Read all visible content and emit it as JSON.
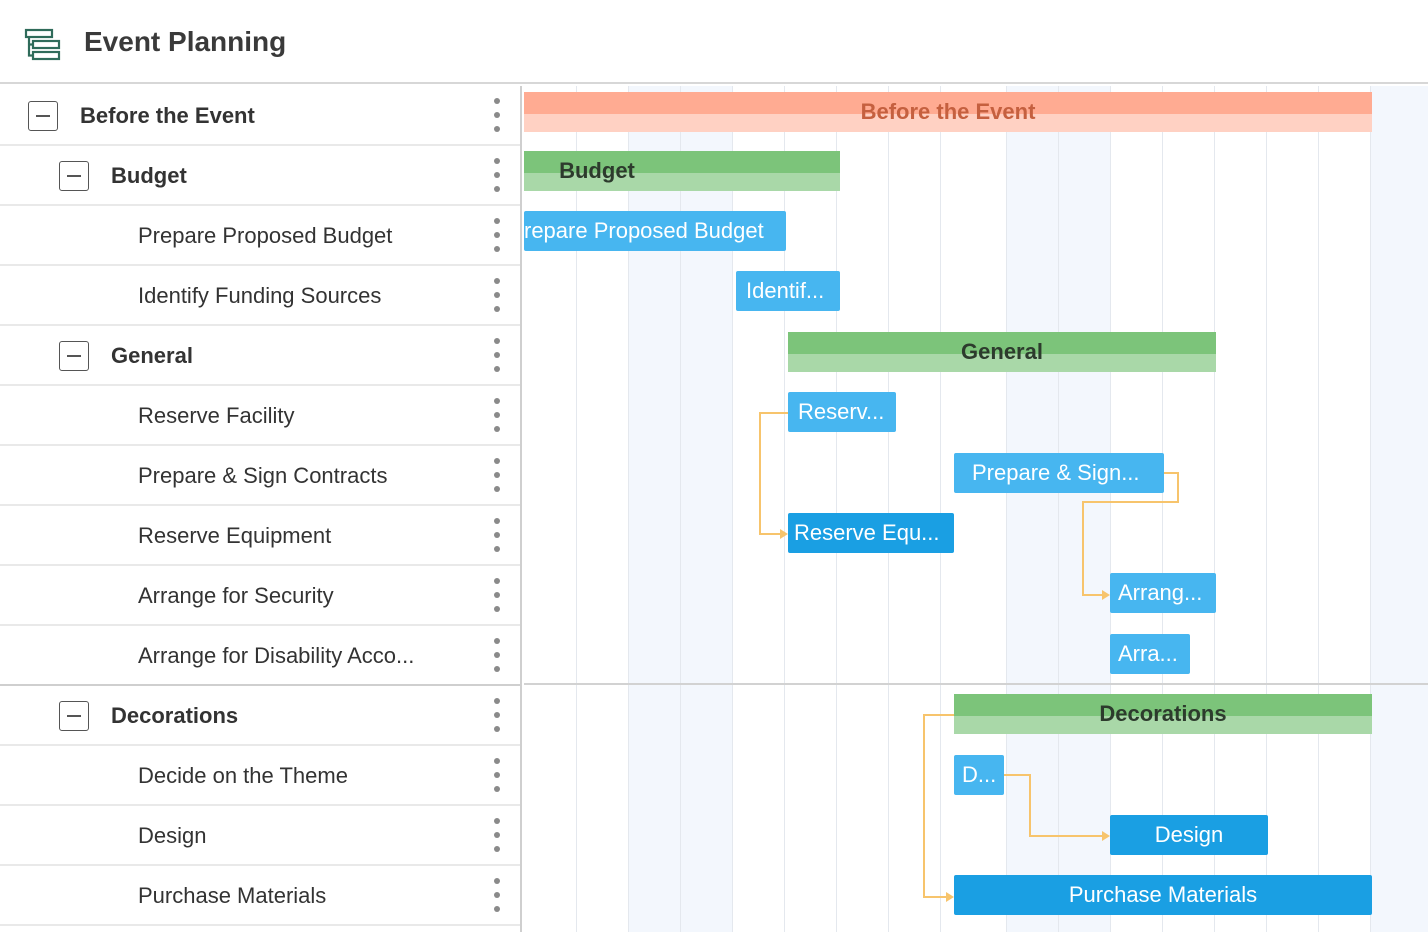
{
  "app": {
    "title": "Event Planning",
    "icon": "gantt-tree-icon"
  },
  "colors": {
    "group_bar": "#7cc47a",
    "root_bar": "#ffab92",
    "task_bar": "#47b6f0",
    "link": "#f7c46c"
  },
  "rows": [
    {
      "label": "Before the Event",
      "level": 0,
      "collapsible": true
    },
    {
      "label": "Budget",
      "level": 1,
      "collapsible": true
    },
    {
      "label": "Prepare Proposed Budget",
      "level": 2,
      "collapsible": false
    },
    {
      "label": "Identify Funding Sources",
      "level": 2,
      "collapsible": false
    },
    {
      "label": "General",
      "level": 1,
      "collapsible": true
    },
    {
      "label": "Reserve Facility",
      "level": 2,
      "collapsible": false
    },
    {
      "label": "Prepare & Sign Contracts",
      "level": 2,
      "collapsible": false
    },
    {
      "label": "Reserve Equipment",
      "level": 2,
      "collapsible": false
    },
    {
      "label": "Arrange for Security",
      "level": 2,
      "collapsible": false
    },
    {
      "label": "Arrange for Disability Acco...",
      "level": 2,
      "collapsible": false
    },
    {
      "label": "Decorations",
      "level": 1,
      "collapsible": true
    },
    {
      "label": "Decide on the Theme",
      "level": 2,
      "collapsible": false
    },
    {
      "label": "Design",
      "level": 2,
      "collapsible": false
    },
    {
      "label": "Purchase Materials",
      "level": 2,
      "collapsible": false
    }
  ],
  "bars": {
    "before_event": "Before the Event",
    "budget": "Budget",
    "prepare_budget": "repare Proposed Budget",
    "identify_funding": "Identif...",
    "general": "General",
    "reserve_facility": "Reserv...",
    "prepare_sign": "Prepare & Sign...",
    "reserve_equipment": "Reserve Equ...",
    "arrange_security": "Arrang...",
    "arrange_disability": "Arra...",
    "decorations": "Decorations",
    "decide_theme": "D...",
    "design": "Design",
    "purchase_materials": "Purchase Materials"
  }
}
